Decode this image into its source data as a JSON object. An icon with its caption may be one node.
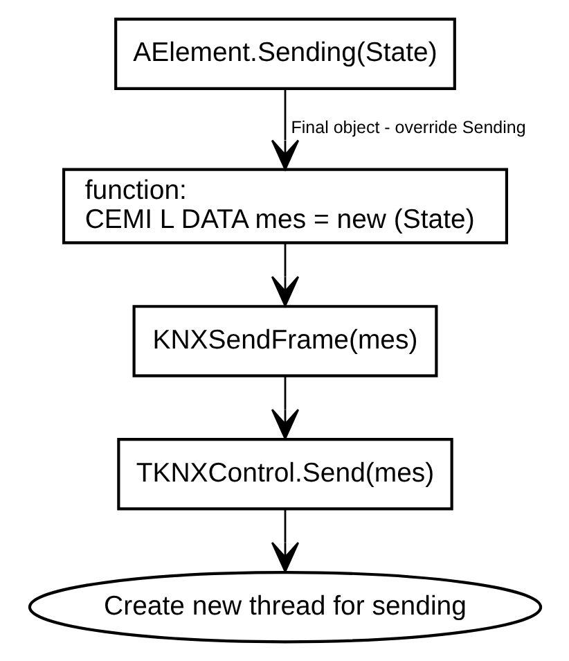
{
  "diagram": {
    "nodes": [
      {
        "text": [
          "AElement.Sending(State)"
        ]
      },
      {
        "text": [
          "function:",
          "CEMI L DATA mes = new (State)"
        ]
      },
      {
        "text": [
          "KNXSendFrame(mes)"
        ]
      },
      {
        "text": [
          "TKNXControl.Send(mes)"
        ]
      },
      {
        "text": [
          "Create new thread for sending"
        ]
      }
    ],
    "edges": [
      {
        "from": 0,
        "to": 1,
        "arrow": "to",
        "label": "Final object - override Sending"
      },
      {
        "from": 1,
        "to": 2,
        "arrow": "to"
      },
      {
        "from": 2,
        "to": 3,
        "arrow": "to"
      },
      {
        "from": 3,
        "to": 4,
        "arrow": "to"
      }
    ]
  }
}
